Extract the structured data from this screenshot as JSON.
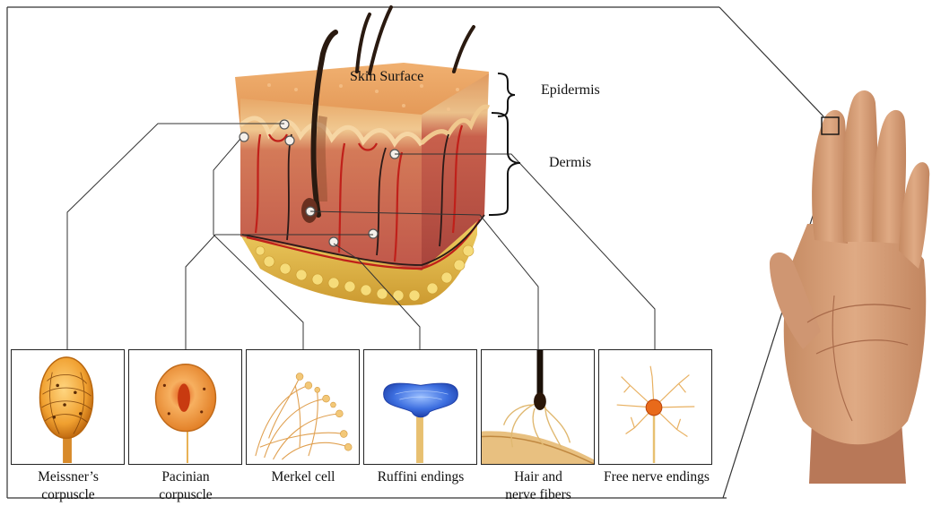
{
  "labels": {
    "skin_surface": "Skin Surface",
    "epidermis": "Epidermis",
    "dermis": "Dermis"
  },
  "receptors": [
    {
      "id": "meissner",
      "line1": "Meissner’s",
      "line2": "corpuscle"
    },
    {
      "id": "pacinian",
      "line1": "Pacinian",
      "line2": "corpuscle"
    },
    {
      "id": "merkel",
      "line1": "Merkel cell",
      "line2": ""
    },
    {
      "id": "ruffini",
      "line1": "Ruffini endings",
      "line2": ""
    },
    {
      "id": "hair",
      "line1": "Hair and",
      "line2": "nerve fibers"
    },
    {
      "id": "free",
      "line1": "Free nerve endings",
      "line2": ""
    }
  ],
  "colors": {
    "line": "#333333",
    "skin_top": "#e8a05a",
    "dermis": "#cf6a50",
    "fat": "#e8c050",
    "vessel": "#c0201a",
    "nerve": "#2a1a18",
    "receptor_orange": "#e08a20",
    "ruffini_blue": "#3d6fe0",
    "hand": "#d8a27a"
  }
}
